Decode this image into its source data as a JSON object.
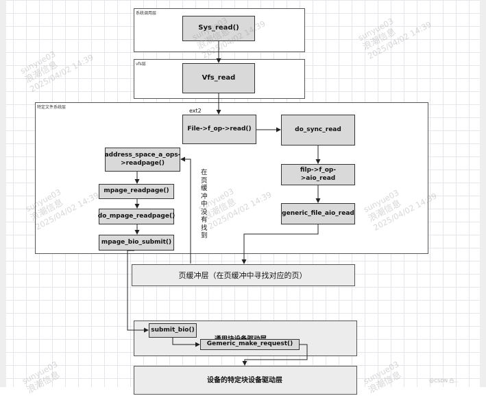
{
  "layers": {
    "syscall": "系统调用层",
    "vfs": "vfs层",
    "fs": "特定文件系统层",
    "ext2": "ext2",
    "page_cache": "页缓冲层（在页缓冲中寻找对应的页）",
    "generic_block": "通用块设备驱动层",
    "device_block": "设备的特定块设备驱动层"
  },
  "nodes": {
    "sys_read": "Sys_read()",
    "vfs_read": "Vfs_read",
    "file_op_read": "File->f_op->read()",
    "do_sync_read": "do_sync_read",
    "filp_aio_read": "filp->f_op->aio_read",
    "generic_file_aio_read": "generic_file_aio_read",
    "address_space_readpage": "address_space_a_ops->readpage()",
    "mpage_readpage": "mpage_readpage()",
    "do_mpage_readpage": "do_mpage_readpage()",
    "mpage_bio_submit": "mpage_bio_submit()",
    "submit_bio": "submit_bio()",
    "generic_make_request": "Gemeric_make_request()"
  },
  "annotation": "在页缓冲中没有找到",
  "watermark": {
    "line1": "sunyue03",
    "line2": "浪潮信息",
    "line3": "2025/04/02 14:39"
  },
  "corner_text": "@CSDN 白..."
}
